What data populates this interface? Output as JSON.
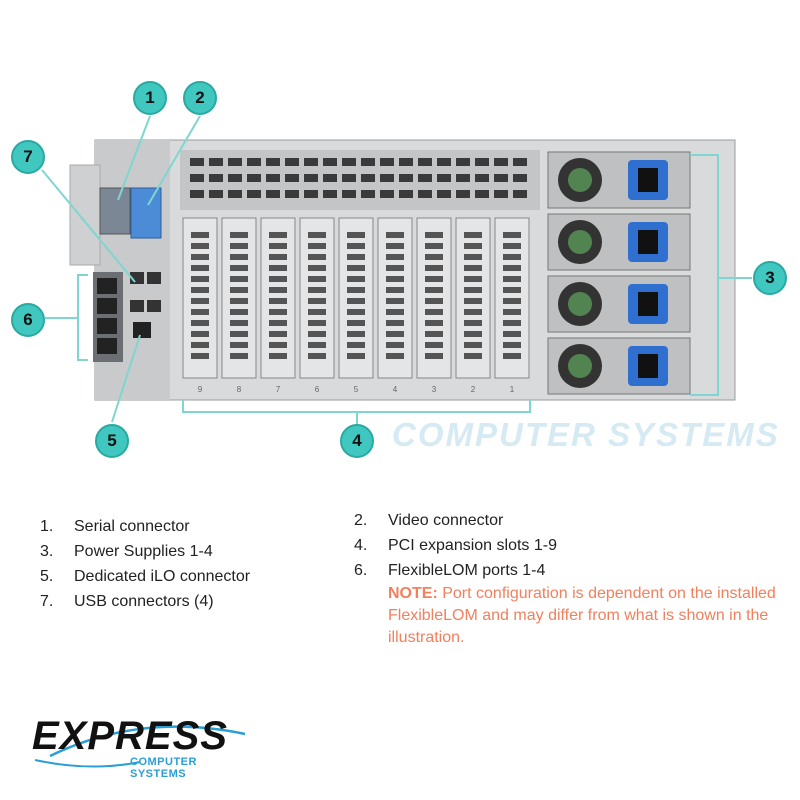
{
  "callouts": [
    "1",
    "2",
    "3",
    "4",
    "5",
    "6",
    "7"
  ],
  "watermark": "COMPUTER SYSTEMS",
  "slot_labels": [
    "9",
    "8",
    "7",
    "6",
    "5",
    "4",
    "3",
    "2",
    "1"
  ],
  "legend": {
    "left": [
      {
        "num": "1.",
        "label": "Serial connector"
      },
      {
        "num": "3.",
        "label": "Power Supplies 1-4"
      },
      {
        "num": "5.",
        "label": "Dedicated iLO connector"
      },
      {
        "num": "7.",
        "label": "USB connectors (4)"
      }
    ],
    "right": [
      {
        "num": "2.",
        "label": "Video connector"
      },
      {
        "num": "4.",
        "label": "PCI expansion slots 1-9"
      },
      {
        "num": "6.",
        "label": "FlexibleLOM ports 1-4"
      }
    ],
    "note_label": "NOTE:",
    "note_text": " Port configuration is dependent on the installed FlexibleLOM and may differ from what is shown in the illustration."
  },
  "logo": {
    "word": "EXPRESS",
    "sub": "COMPUTER SYSTEMS"
  },
  "colors": {
    "callout": "#3fc7c0",
    "note": "#f0805e",
    "logo_accent": "#2a9fd6",
    "psu_handle": "#2f6fd0"
  }
}
